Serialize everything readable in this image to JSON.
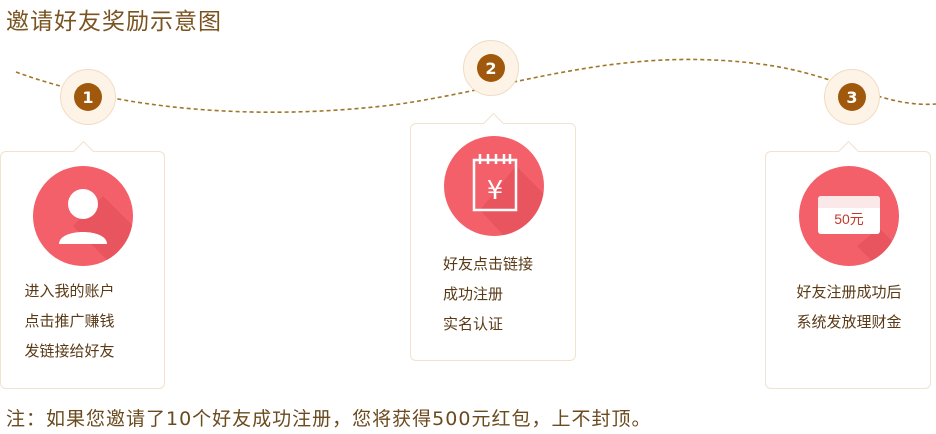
{
  "title": "邀请好友奖励示意图",
  "steps": [
    {
      "number": "1",
      "lines": [
        "进入我的账户",
        "点击推广赚钱",
        "发链接给好友"
      ]
    },
    {
      "number": "2",
      "lines": [
        "好友点击链接",
        "成功注册",
        "实名认证"
      ]
    },
    {
      "number": "3",
      "lines": [
        "好友注册成功后",
        "系统发放理财金"
      ]
    }
  ],
  "yen_symbol": "¥",
  "red_packet_amount": "50元",
  "footnote": "注：如果您邀请了10个好友成功注册，您将获得500元红包，上不封顶。",
  "colors": {
    "accent_circle": "#f3606a",
    "badge": "#a0580c",
    "text": "#5a3a16",
    "title": "#7a5320"
  }
}
